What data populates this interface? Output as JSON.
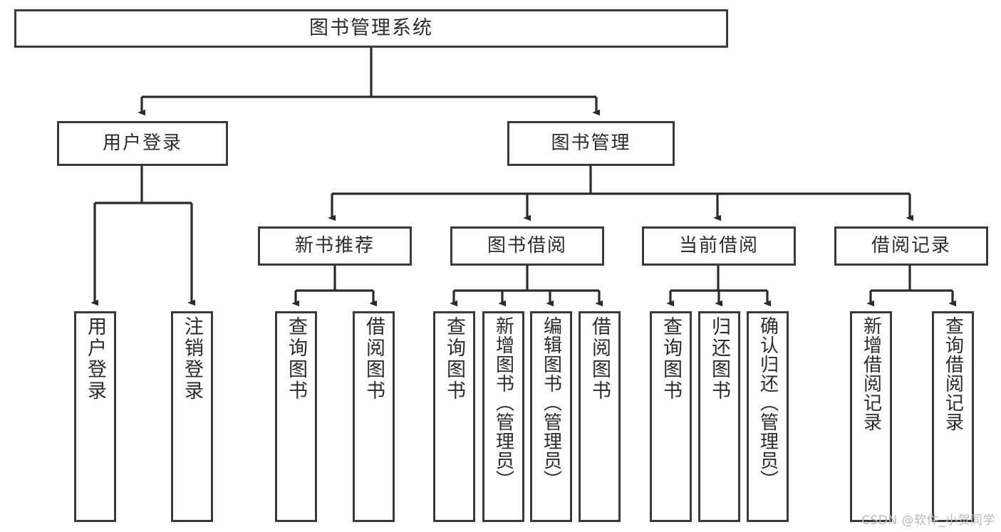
{
  "diagram": {
    "title": "图书管理系统",
    "type": "hierarchy-tree",
    "watermark": "CSDN @软件_小贺同学",
    "colors": {
      "box_border": "#3a3a3a",
      "box_fill": "#ffffff",
      "connector": "#2b2b2b",
      "text": "#2b2b2b",
      "watermark": "#b9b9b9",
      "background": "#ffffff"
    },
    "root": {
      "label": "图书管理系统"
    },
    "level1": [
      {
        "label": "用户登录"
      },
      {
        "label": "图书管理"
      }
    ],
    "level2": [
      {
        "label": "新书推荐"
      },
      {
        "label": "图书借阅"
      },
      {
        "label": "当前借阅"
      },
      {
        "label": "借阅记录"
      }
    ],
    "leaves": {
      "user_login": [
        {
          "label": "用户登录"
        },
        {
          "label": "注销登录"
        }
      ],
      "new_book_recommend": [
        {
          "label": "查询图书"
        },
        {
          "label": "借阅图书"
        }
      ],
      "book_borrow": [
        {
          "label": "查询图书"
        },
        {
          "label": "新增图书（管理员）"
        },
        {
          "label": "编辑图书（管理员）"
        },
        {
          "label": "借阅图书"
        }
      ],
      "current_borrow": [
        {
          "label": "查询图书"
        },
        {
          "label": "归还图书"
        },
        {
          "label": "确认归还（管理员）"
        }
      ],
      "borrow_record": [
        {
          "label": "新增借阅记录"
        },
        {
          "label": "查询借阅记录"
        }
      ]
    }
  }
}
